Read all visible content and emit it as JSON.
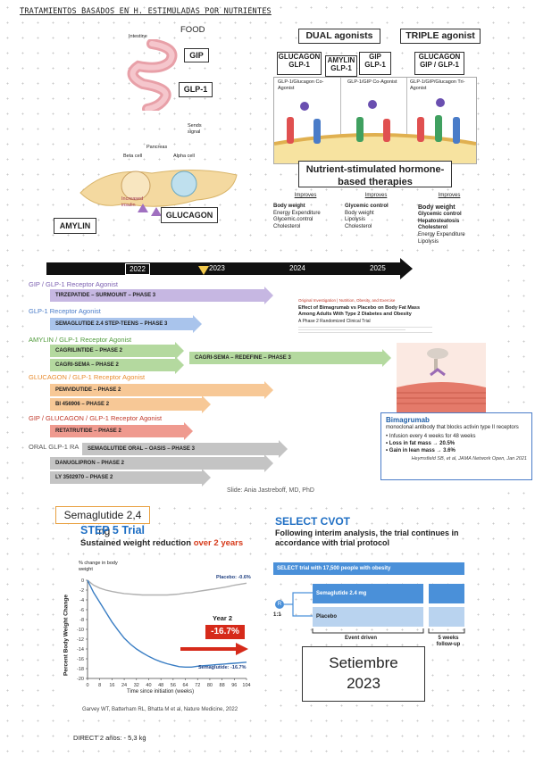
{
  "page_title": "TRATAMIENTOS BASADOS EN H. ESTIMULADAS POR NUTRIENTES",
  "mechanism": {
    "food": "FOOD",
    "intestine": "Intestine",
    "gip": "GIP",
    "glp1": "GLP-1",
    "sends_signal": "Sends signal",
    "pancreas": "Pancreas",
    "beta_cell": "Beta cell",
    "alpha_cell": "Alpha cell",
    "increased_insulin": "Increased insulin",
    "amylin": "AMYLIN",
    "glucagon": "GLUCAGON"
  },
  "agonists": {
    "dual_title": "DUAL agonists",
    "triple_title": "TRIPLE agonist",
    "boxes": [
      "GLUCAGON GLP-1",
      "AMYLIN GLP-1",
      "GIP GLP-1",
      "GLUCAGON GIP / GLP-1"
    ],
    "panel_titles": [
      "GLP-1/Glucagon Co-Agonist",
      "GLP-1/GIP Co-Agonist",
      "GLP-1/GIP/Glucagon Tri-Agonist"
    ],
    "center_title": "Nutrient-stimulated hormone-based therapies",
    "improves_label": "Improves",
    "col1": [
      "Body weight",
      "Energy Expenditure",
      "Glycemic control",
      "Cholesterol"
    ],
    "col2": [
      "Glycemic control",
      "Body weight",
      "Lipolysis",
      "Cholesterol"
    ],
    "col3": [
      "Body weight",
      "Glycemic control",
      "Hepatosteatosis",
      "Cholesterol",
      "Energy Expenditure",
      "Lipolysis"
    ]
  },
  "timeline": {
    "years": [
      "2022",
      "2023",
      "2024",
      "2025"
    ],
    "groups": [
      {
        "label": "GIP / GLP-1 Receptor Agonist",
        "color": "#7b5fb0",
        "bars": [
          "TIRZEPATIDE – SURMOUNT – PHASE 3"
        ]
      },
      {
        "label": "GLP-1 Receptor Agonist",
        "color": "#4a7cc8",
        "bars": [
          "SEMAGLUTIDE 2.4 STEP-TEENS – PHASE 3"
        ]
      },
      {
        "label": "AMYLIN / GLP-1 Receptor Agonist",
        "color": "#4f9a3a",
        "bars": [
          "CAGRILINTIDE – PHASE 2",
          "CAGRI-SEMA – PHASE 2",
          "CAGRI-SEMA – REDEFINE – PHASE 3"
        ]
      },
      {
        "label": "GLUCAGON / GLP-1 Receptor Agonist",
        "color": "#e88b2e",
        "bars": [
          "PEMVIDUTIDE – PHASE 2",
          "BI 456906 – PHASE 2"
        ]
      },
      {
        "label": "GIP / GLUCAGON / GLP-1 Receptor Agonist",
        "color": "#c0392b",
        "bars": [
          "RETATRUTIDE – PHASE 2"
        ]
      },
      {
        "label": "ORAL GLP-1 RA",
        "color": "#666666",
        "bars": [
          "SEMAGLUTIDE ORAL – OASIS – PHASE 3",
          "DANUGLIPRON – PHASE 2",
          "LY 3502970 – PHASE 2"
        ]
      }
    ],
    "slide_credit": "Slide: Ania Jastreboff, MD, PhD"
  },
  "paper": {
    "tag": "Original Investigation | Nutrition, Obesity, and Exercise",
    "title": "Effect of Bimagrumab vs Placebo on Body Fat Mass Among Adults With Type 2 Diabetes and Obesity",
    "subtitle": "A Phase 2 Randomized Clinical Trial"
  },
  "bimagrumab": {
    "title": "Bimagrumab",
    "desc": "monoclonal antibody that blocks activin type II receptors",
    "items": [
      "Infusion every 4 weeks for 48 weeks",
      "Loss in fat mass → 20.5%",
      "Gain in lean mass → 3.6%"
    ],
    "ref": "Heymsfield SB, et al, JAMA Network Open, Jan 2021"
  },
  "step5": {
    "header": "Semaglutide 2,4 mg",
    "title": "STEP 5 Trial",
    "subtitle_a": "Sustained weight reduction",
    "subtitle_b": "over 2 years",
    "y_caption": "% change in body weight",
    "ylabel": "Percent Body Weight Change",
    "xlabel": "Time since initiation (weeks)",
    "year2": "Year 2",
    "badge": "-16.7%",
    "placebo_label": "Placebo: -0.6%",
    "sema_label": "Semaglutide: -16.7%",
    "ref": "Garvey WT, Batterham RL, Bhatta M et al, Nature Medicine, 2022"
  },
  "chart_data": {
    "type": "line",
    "x": [
      0,
      4,
      8,
      12,
      16,
      20,
      24,
      28,
      32,
      36,
      40,
      44,
      48,
      52,
      56,
      60,
      64,
      68,
      72,
      76,
      80,
      84,
      88,
      92,
      96,
      100,
      104
    ],
    "xticks": [
      0,
      8,
      16,
      24,
      32,
      40,
      48,
      56,
      64,
      72,
      80,
      88,
      96,
      104
    ],
    "ylim": [
      -20,
      0
    ],
    "yticks": [
      0,
      -2,
      -4,
      -6,
      -8,
      -10,
      -12,
      -14,
      -16,
      -18,
      -20
    ],
    "series": [
      {
        "name": "Placebo",
        "color": "#b0b0b0",
        "values": [
          0,
          -1.0,
          -1.6,
          -2.0,
          -2.3,
          -2.5,
          -2.7,
          -2.8,
          -2.9,
          -3.0,
          -3.0,
          -3.0,
          -3.0,
          -3.0,
          -2.9,
          -2.8,
          -2.6,
          -2.5,
          -2.3,
          -2.1,
          -1.9,
          -1.7,
          -1.5,
          -1.3,
          -1.0,
          -0.8,
          -0.6
        ]
      },
      {
        "name": "Semaglutide",
        "color": "#3a7ec4",
        "values": [
          0,
          -2.5,
          -4.5,
          -6.5,
          -8.5,
          -10.2,
          -11.8,
          -13.0,
          -14.0,
          -14.8,
          -15.5,
          -16.1,
          -16.6,
          -17.0,
          -17.3,
          -17.6,
          -17.7,
          -17.7,
          -17.5,
          -17.4,
          -17.3,
          -17.2,
          -17.1,
          -17.0,
          -16.9,
          -16.8,
          -16.7
        ]
      }
    ]
  },
  "cvot": {
    "title": "SELECT CVOT",
    "subtitle": "Following interim analysis, the trial continues in accordance with trial protocol",
    "bar": "SELECT trial with 17,500 people with obesity",
    "r": "R",
    "ratio": "1:1",
    "sema": "Semaglutide 2.4 mg",
    "placebo": "Placebo",
    "event": "Event driven",
    "followup": "5 weeks follow-up"
  },
  "date_box": {
    "line1": "Setiembre",
    "line2": "2023"
  },
  "footnote": "DIRECT 2 años: - 5,3 kg"
}
